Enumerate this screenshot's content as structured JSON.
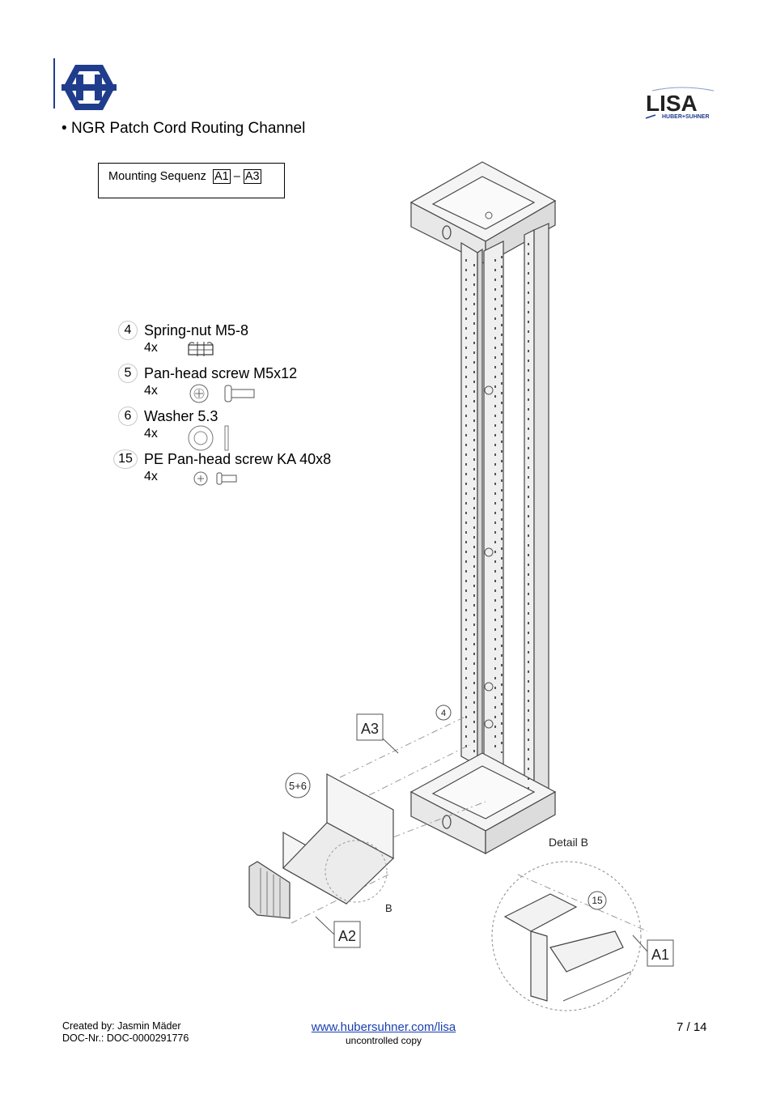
{
  "header": {
    "title": "NGR Patch Cord Routing Channel",
    "company_logo_icon": "huber-suhner-hexagon-logo",
    "lisa_logo_icon": "lisa-logo",
    "lisa_logo_text": "LISA",
    "lisa_logo_subtext": "HUBER+SUHNER",
    "brand_color": "#1f3d8c"
  },
  "sequence": {
    "label": "Mounting Sequenz",
    "start": "A1",
    "separator": "–",
    "end": "A3"
  },
  "parts": [
    {
      "number": "4",
      "name": "Spring-nut M5-8",
      "qty": "4x",
      "icon": "spring-nut-icon"
    },
    {
      "number": "5",
      "name": "Pan-head screw M5x12",
      "qty": "4x",
      "icon": "pan-head-screw-icon"
    },
    {
      "number": "6",
      "name": "Washer 5.3",
      "qty": "4x",
      "icon": "washer-icon"
    },
    {
      "number": "15",
      "name": "PE Pan-head screw KA 40x8",
      "qty": "4x",
      "icon": "pe-screw-icon"
    }
  ],
  "drawing": {
    "callout_a3": "A3",
    "callout_a2": "A2",
    "callout_a1": "A1",
    "callout_4": "4",
    "callout_5_6": "5+6",
    "callout_15": "15",
    "label_b": "B",
    "detail_label": "Detail B"
  },
  "footer": {
    "created_by": "Created by: Jasmin Mäder",
    "doc_nr": "DOC-Nr.: DOC-0000291776",
    "link": "www.hubersuhner.com/lisa",
    "copy_note": "uncontrolled copy",
    "page": "7 / 14"
  }
}
